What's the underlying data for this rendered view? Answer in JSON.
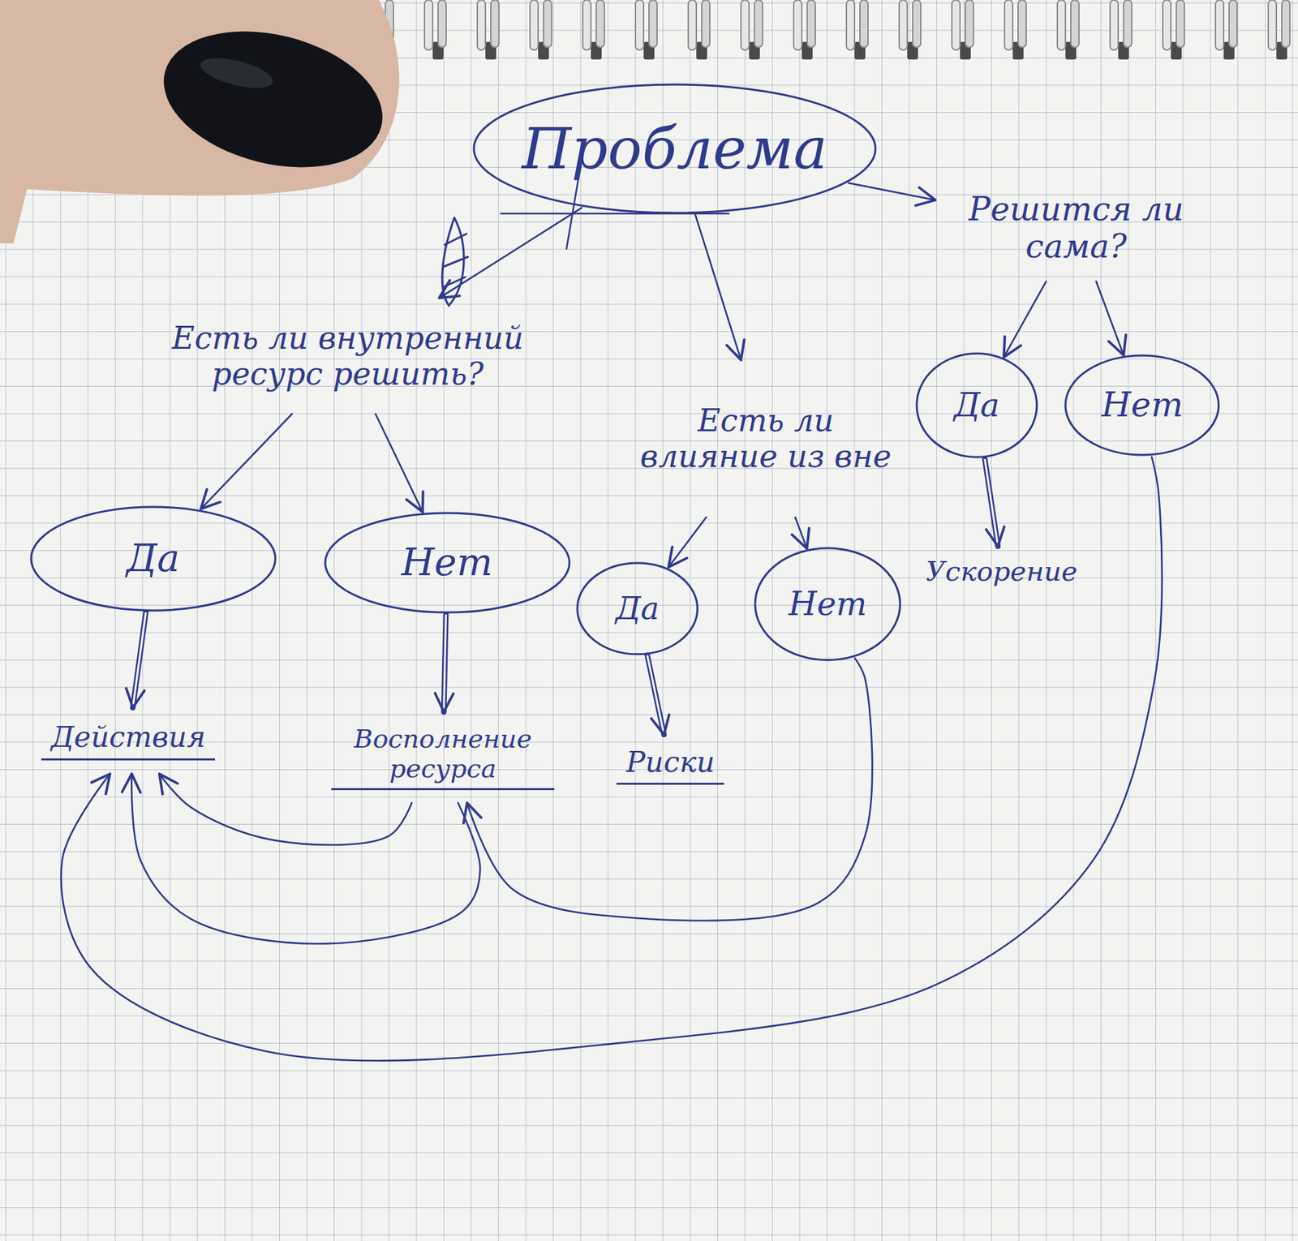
{
  "diagram": {
    "nodes": [
      {
        "text": [
          "Проблема"
        ]
      },
      {
        "text": [
          "Есть ли внутренний ресурс решить?"
        ]
      },
      {
        "text": [
          "Есть ли влияние из вне"
        ]
      },
      {
        "text": [
          "Решится ли сама?"
        ]
      },
      {
        "text": [
          "Да"
        ]
      },
      {
        "text": [
          "Нет"
        ]
      },
      {
        "text": [
          "Да"
        ]
      },
      {
        "text": [
          "Нет"
        ]
      },
      {
        "text": [
          "Да"
        ]
      },
      {
        "text": [
          "Нет"
        ]
      },
      {
        "text": [
          "Действия"
        ]
      },
      {
        "text": [
          "Восполнение ресурса"
        ]
      },
      {
        "text": [
          "Риски"
        ]
      },
      {
        "text": [
          "Ускорение"
        ]
      }
    ],
    "edges": [
      {
        "from": 0,
        "to": 1,
        "arrow": "to"
      },
      {
        "from": 0,
        "to": 2,
        "arrow": "to"
      },
      {
        "from": 0,
        "to": 3,
        "arrow": "to"
      },
      {
        "from": 1,
        "to": 4,
        "arrow": "to"
      },
      {
        "from": 1,
        "to": 5,
        "arrow": "to"
      },
      {
        "from": 2,
        "to": 6,
        "arrow": "to"
      },
      {
        "from": 2,
        "to": 7,
        "arrow": "to"
      },
      {
        "from": 3,
        "to": 8,
        "arrow": "to"
      },
      {
        "from": 3,
        "to": 9,
        "arrow": "to"
      },
      {
        "from": 4,
        "to": 10,
        "arrow": "to"
      },
      {
        "from": 5,
        "to": 11,
        "arrow": "to"
      },
      {
        "from": 6,
        "to": 12,
        "arrow": "to"
      },
      {
        "from": 8,
        "to": 13,
        "arrow": "to"
      },
      {
        "from": 7,
        "to": 11,
        "arrow": "to"
      },
      {
        "from": 9,
        "to": 10,
        "arrow": "to"
      },
      {
        "from": 11,
        "to": 10,
        "arrow": "to"
      },
      {
        "from": 11,
        "to": 10,
        "arrow": "to"
      }
    ]
  }
}
